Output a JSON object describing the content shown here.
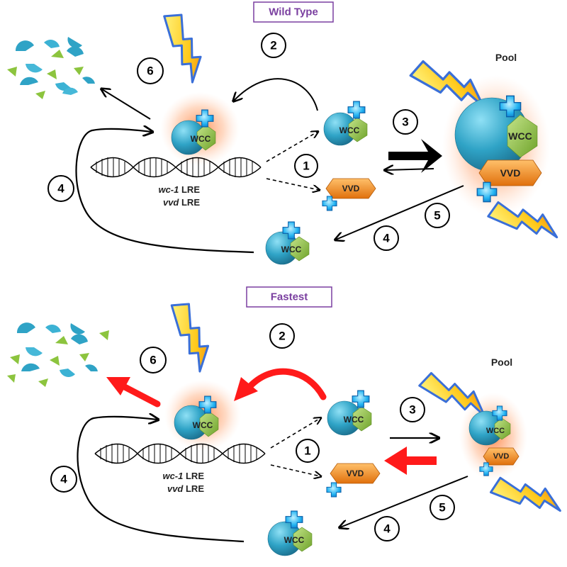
{
  "panels": {
    "wild_type": {
      "title": "Wild Type",
      "pool_label": "Pool",
      "wcc_label": "WCC",
      "vvd_label": "VVD",
      "gene_line1_italic": "wc-1",
      "gene_line1_rest": " LRE",
      "gene_line2_italic": "vvd",
      "gene_line2_rest": " LRE",
      "steps": [
        "1",
        "2",
        "3",
        "4",
        "4",
        "5",
        "6"
      ]
    },
    "fastest": {
      "title": "Fastest",
      "pool_label": "Pool",
      "wcc_label": "WCC",
      "vvd_label": "VVD",
      "gene_line1_italic": "wc-1",
      "gene_line1_rest": " LRE",
      "gene_line2_italic": "vvd",
      "gene_line2_rest": " LRE",
      "steps": [
        "1",
        "2",
        "3",
        "4",
        "4",
        "5",
        "6"
      ]
    }
  },
  "colors": {
    "wcc_blue": "#2fa3c6",
    "wcc_green": "#8cc43e",
    "vvd_orange": "#f08c1e",
    "cross_blue": "#1aa6ee",
    "glow": "#ff8a4a",
    "lightning_yellow": "#ffd21c",
    "lightning_outline": "#3a6fd8",
    "highlight_arrow": "#ff1a1a",
    "title_border": "#7a3fa0"
  }
}
